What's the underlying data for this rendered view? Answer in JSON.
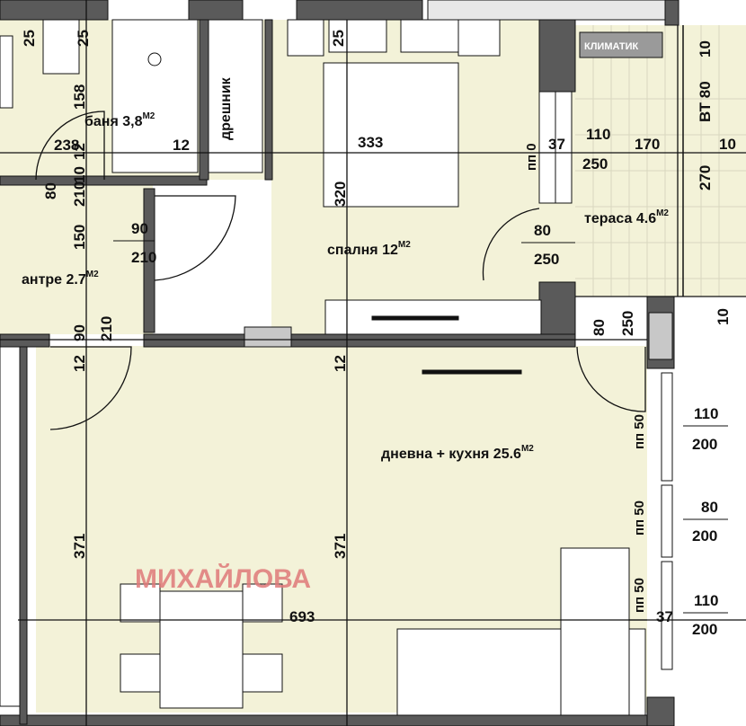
{
  "colors": {
    "floor": "#f3f2d8",
    "terrace": "#f3f2d8",
    "wall": "#5a5a5a",
    "watermark": "#e07a7a",
    "line": "#111111"
  },
  "rooms": {
    "bath": "баня 3,8",
    "bath_unit": "М2",
    "antre": "антре 2.7",
    "antre_unit": "М2",
    "bedroom": "спалня 12",
    "bedroom_unit": "М2",
    "terrace": "тераса 4.6",
    "terrace_unit": "М2",
    "living": "дневна + кухня 25.6",
    "living_unit": "М2",
    "wardrobe": "дрешник",
    "ac": "КЛИМАТИК"
  },
  "watermark": "МИХАЙЛОВА",
  "dimensions": {
    "d25a": "25",
    "d25b": "25",
    "d25c": "25",
    "d158": "158",
    "d238": "238",
    "d12_bath": "12",
    "d12_bath_v": "12",
    "d10_bath_v": "10",
    "d333": "333",
    "d320": "320",
    "d80_left": "80",
    "d210_left": "210",
    "d150": "150",
    "door_90": "90",
    "door_210": "210",
    "pp0": "пп 0",
    "d37_top": "37",
    "win_110_top": "110",
    "win_250_top": "250",
    "d170": "170",
    "d10_top_right": "10",
    "vt80": "ВТ 80",
    "d10_vert": "10",
    "d270": "270",
    "tdoor_80": "80",
    "tdoor_250": "250",
    "d10_bottom": "10",
    "liv_door_80": "80",
    "liv_door_250": "250",
    "d12_left": "12",
    "d90_left": "90",
    "d210_left2": "210",
    "d12_mid": "12",
    "pp50_1": "пп 50",
    "win1_110": "110",
    "win1_200": "200",
    "pp50_2": "пп 50",
    "win2_80": "80",
    "win2_200": "200",
    "d371_left": "371",
    "d371_mid": "371",
    "pp50_3": "пп 50",
    "d37_bottom": "37",
    "win3_110": "110",
    "win3_200": "200",
    "d693": "693"
  }
}
